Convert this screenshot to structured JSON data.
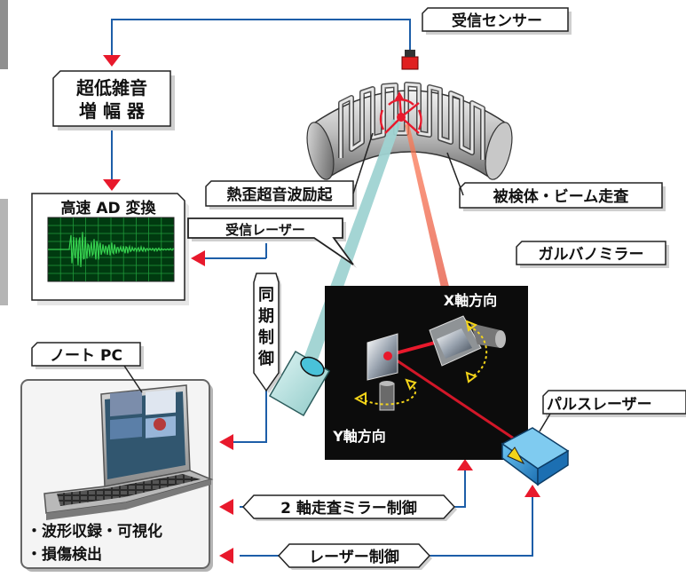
{
  "labels": {
    "receive_sensor": "受信センサー",
    "low_noise_amp_line1": "超低雑音",
    "low_noise_amp_line2": "増 幅 器",
    "thermal_excitation": "熱歪超音波励起",
    "specimen_scan": "被検体・ビーム走査",
    "high_speed_ad": "高速 AD 変換",
    "receive_laser": "受信レーザー",
    "galvano_mirror": "ガルバノミラー",
    "sync_control": [
      "同",
      "期",
      "制",
      "御"
    ],
    "x_axis_direction": "X軸方向",
    "y_axis_direction": "Y軸方向",
    "notebook_pc": "ノート PC",
    "pulse_laser": "パルスレーザー",
    "mirror_control": "2 軸走査ミラー制御",
    "laser_control": "レーザー制御",
    "pc_function_1": "・波形収録・可視化",
    "pc_function_2": "・損傷検出"
  },
  "colors": {
    "arrow_red": "#e8192c",
    "connector_blue": "#1d5ea8",
    "panel_black": "#0c0c0c",
    "oscilloscope_green": "#29c24a",
    "beam_teal": "#9fd3d2",
    "pulse_laser_blue": "#2a95d4"
  }
}
